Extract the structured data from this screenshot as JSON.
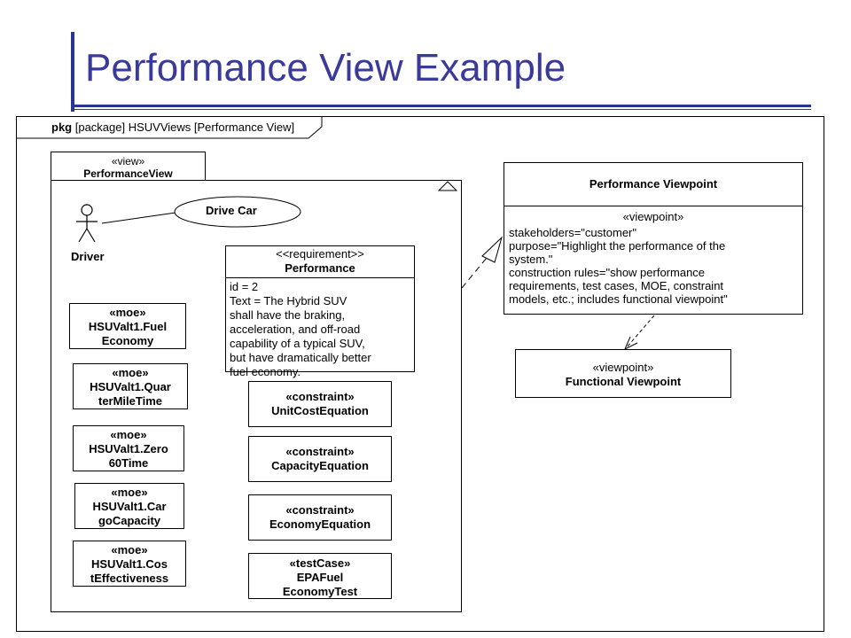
{
  "slide": {
    "title": "Performance View Example"
  },
  "frame": {
    "keyword": "pkg",
    "label": " [package] HSUVViews [Performance View]"
  },
  "package": {
    "stereotype": "«view»",
    "name": "PerformanceView"
  },
  "actor": {
    "name": "Driver"
  },
  "usecase": {
    "name": "Drive Car"
  },
  "requirement": {
    "stereotype": "<<requirement>>",
    "name": "Performance",
    "lines": [
      "id = 2",
      "Text = The Hybrid SUV",
      "shall have the braking,",
      "acceleration, and off-road",
      "capability of a typical SUV,",
      "but have dramatically better",
      "fuel economy."
    ]
  },
  "moes": [
    {
      "stereotype": "«moe»",
      "line1": "HSUValt1.Fuel",
      "line2": "Economy"
    },
    {
      "stereotype": "«moe»",
      "line1": "HSUValt1.Quar",
      "line2": "terMileTime"
    },
    {
      "stereotype": "«moe»",
      "line1": "HSUValt1.Zero",
      "line2": "60Time"
    },
    {
      "stereotype": "«moe»",
      "line1": "HSUValt1.Car",
      "line2": "goCapacity"
    },
    {
      "stereotype": "«moe»",
      "line1": "HSUValt1.Cos",
      "line2": "tEffectiveness"
    }
  ],
  "constraints": [
    {
      "stereotype": "«constraint»",
      "line1": "UnitCostEquation",
      "line2": ""
    },
    {
      "stereotype": "«constraint»",
      "line1": "CapacityEquation",
      "line2": ""
    },
    {
      "stereotype": "«constraint»",
      "line1": "EconomyEquation",
      "line2": ""
    },
    {
      "stereotype": "«testCase»",
      "line1": "EPAFuel",
      "line2": "EconomyTest"
    }
  ],
  "viewpoint": {
    "name": "Performance Viewpoint",
    "stereotype": "«viewpoint»",
    "lines": [
      "stakeholders=\"customer\"",
      "purpose=\"Highlight the performance of the",
      "system.\"",
      "construction rules=\"show performance",
      "requirements, test cases, MOE,  constraint",
      "models, etc.; includes functional viewpoint\""
    ]
  },
  "functional_viewpoint": {
    "stereotype": "«viewpoint»",
    "name": "Functional Viewpoint"
  }
}
